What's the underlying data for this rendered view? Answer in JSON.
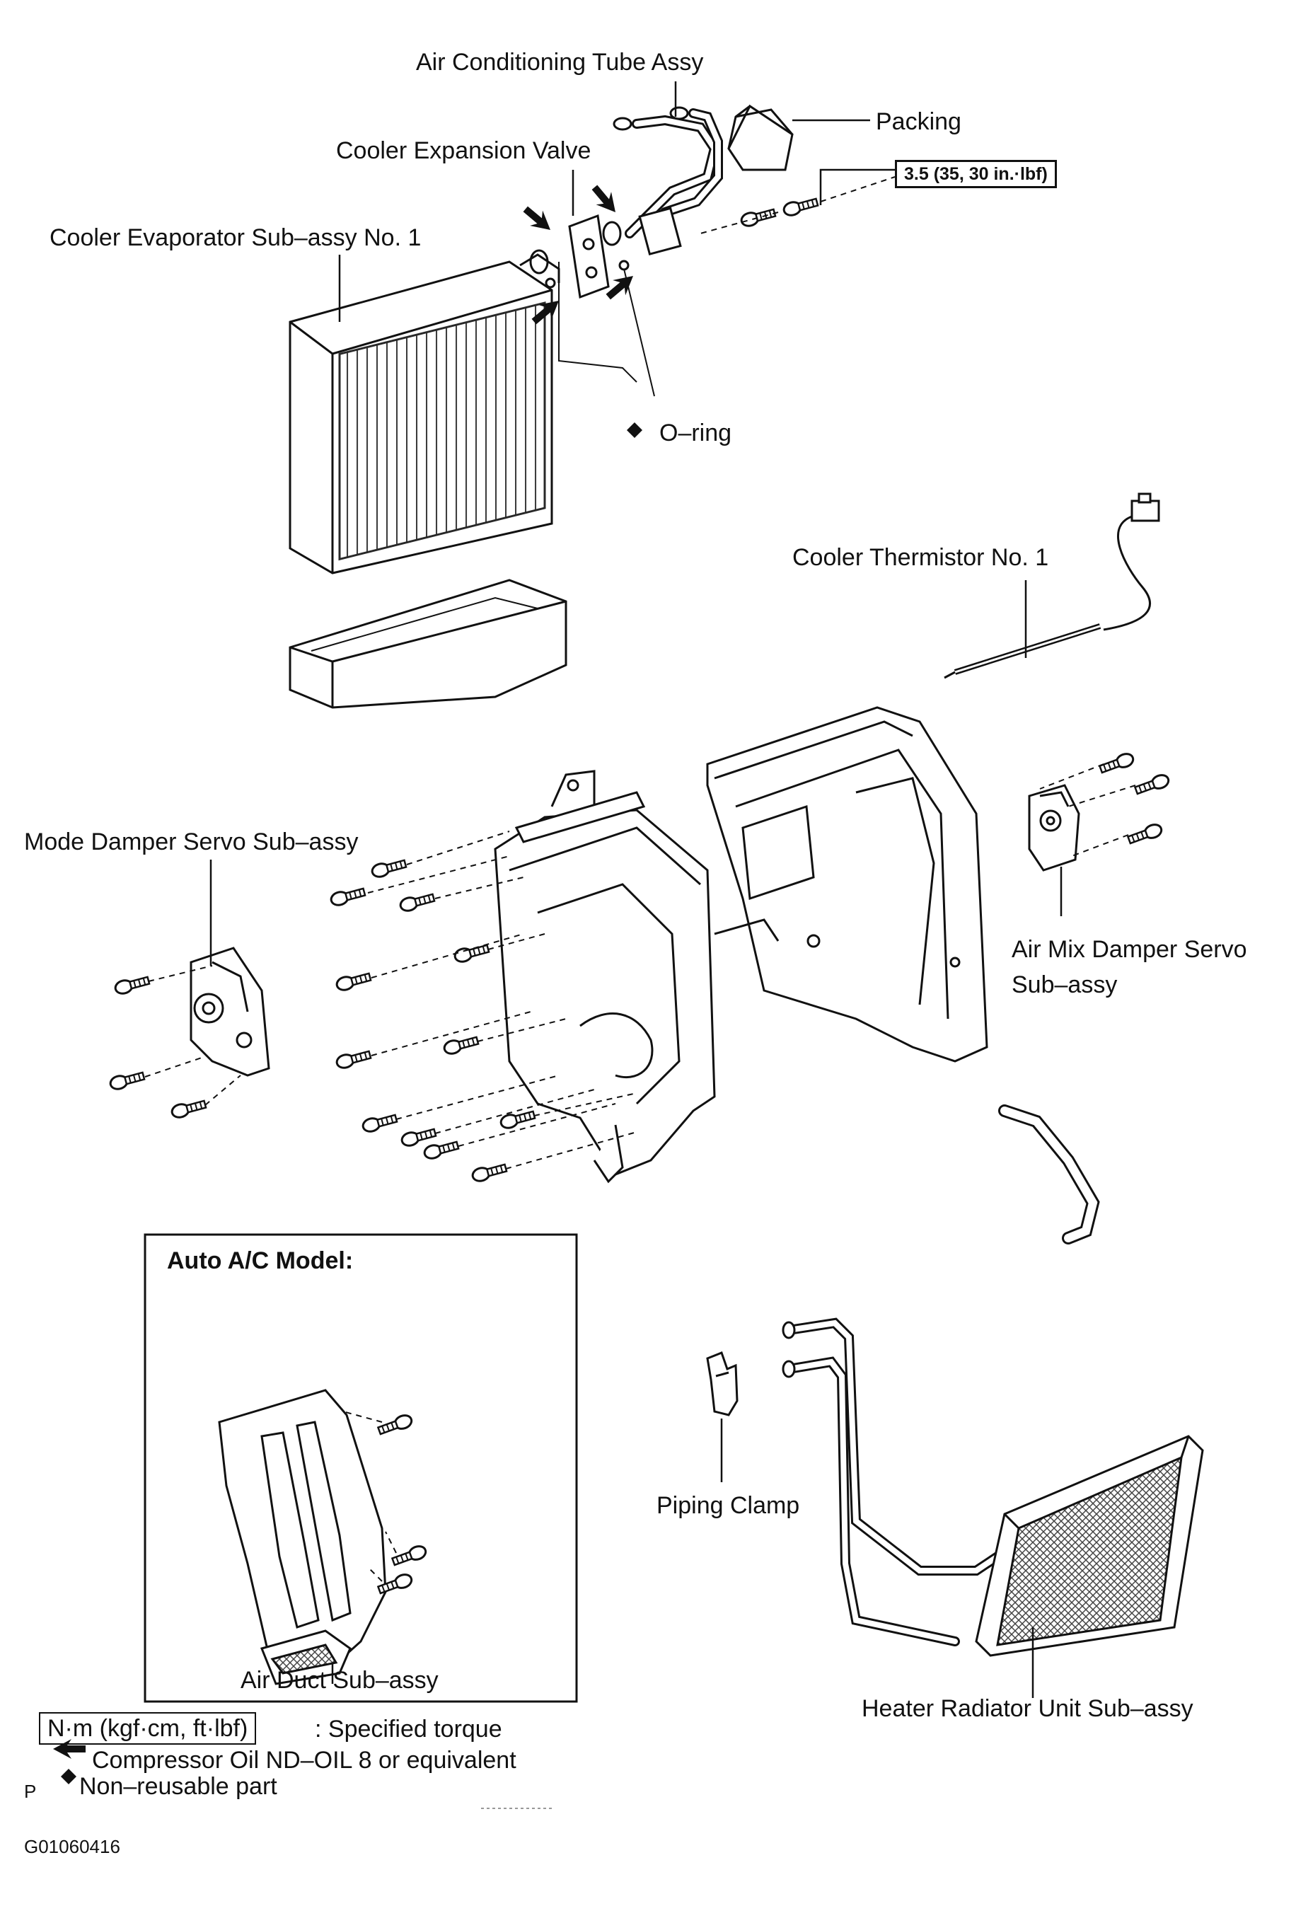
{
  "labels": {
    "air_conditioning_tube_assy": "Air Conditioning Tube Assy",
    "packing": "Packing",
    "cooler_expansion_valve": "Cooler Expansion Valve",
    "torque_spec": "3.5 (35, 30 in.·lbf)",
    "cooler_evaporator": "Cooler Evaporator Sub–assy No. 1",
    "o_ring": "O–ring",
    "cooler_thermistor": "Cooler Thermistor No. 1",
    "mode_damper_servo": "Mode Damper Servo Sub–assy",
    "air_mix_damper_servo_line1": "Air Mix Damper Servo",
    "air_mix_damper_servo_line2": "Sub–assy",
    "auto_ac_model": "Auto A/C Model:",
    "air_duct": "Air Duct Sub–assy",
    "piping_clamp": "Piping Clamp",
    "heater_radiator": "Heater Radiator Unit Sub–assy"
  },
  "legend": {
    "torque_unit": "N·m (kgf·cm, ft·lbf)",
    "torque_desc": ": Specified torque",
    "oil_desc": "Compressor Oil ND–OIL 8 or equivalent",
    "nonreusable_desc": "Non–reusable part",
    "p_mark": "P"
  },
  "figure_code": "G01060416",
  "colors": {
    "ink": "#111111",
    "fill": "#ffffff",
    "hatch": "#333333"
  }
}
